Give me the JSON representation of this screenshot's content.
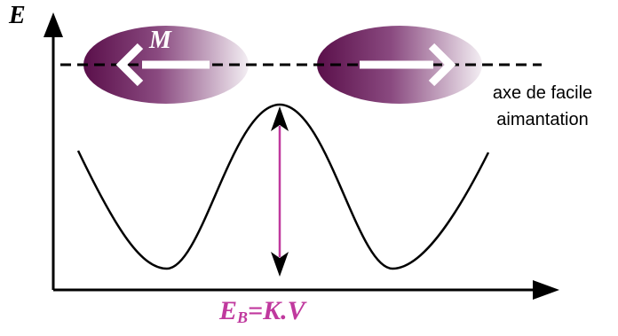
{
  "labels": {
    "y_axis": "E",
    "magnetization": "M",
    "easy_axis_line1": "axe de facile",
    "easy_axis_line2": "aimantation",
    "barrier_main": "E",
    "barrier_sub": "B",
    "barrier_rest": "=K.V"
  },
  "colors": {
    "particle_dark": "#5a0f4a",
    "particle_light": "#f3eef3",
    "barrier_arrow": "#c0399e",
    "formula": "#c0399e"
  }
}
